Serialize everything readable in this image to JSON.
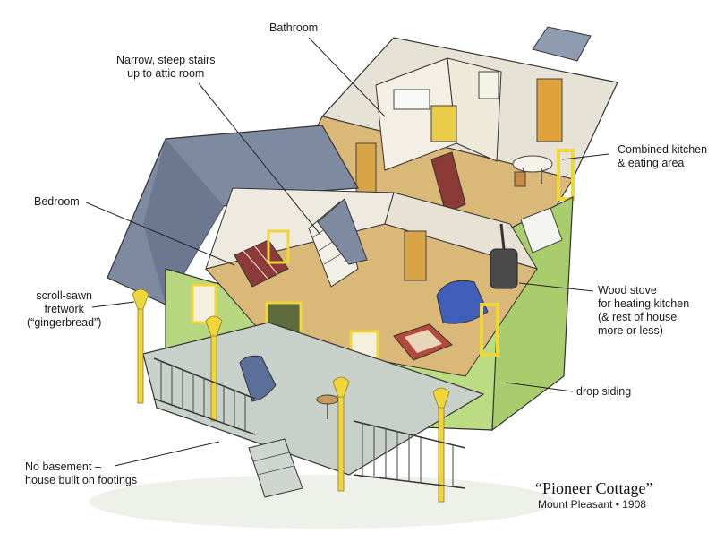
{
  "labels": {
    "bathroom": "Bathroom",
    "stairs": [
      "Narrow, steep stairs",
      "up to attic room"
    ],
    "kitchen": [
      "Combined kitchen",
      "& eating area"
    ],
    "bedroom": "Bedroom",
    "fretwork": [
      "scroll-sawn",
      "fretwork",
      "(“gingerbread”)"
    ],
    "stove": [
      "Wood stove",
      "for heating kitchen",
      "(& rest of house",
      "more or less)"
    ],
    "siding": "drop siding",
    "basement": [
      "No basement –",
      "house built on footings"
    ]
  },
  "caption": {
    "title": "“Pioneer Cottage”",
    "subtitle": "Mount Pleasant • 1908"
  },
  "colors": {
    "roof": "#7d8aa0",
    "siding": "#b7d77e",
    "trim": "#f1d63a",
    "floor": "#d9b878",
    "interior_wall": "#eeeae0",
    "porch_floor": "#c7d0c9",
    "sofa": "#3f5fb8",
    "line": "#222222"
  }
}
